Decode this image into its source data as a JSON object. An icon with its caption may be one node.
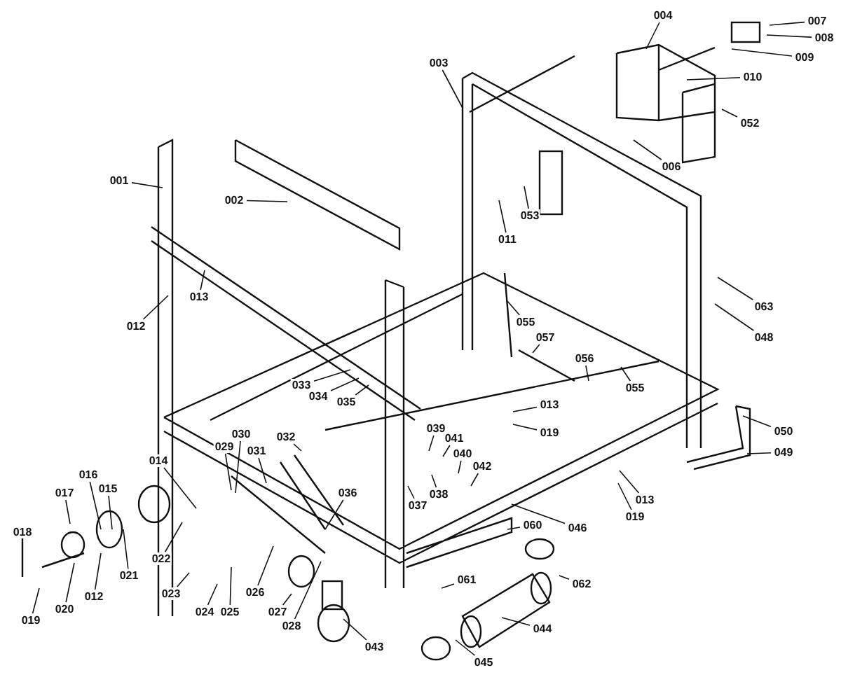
{
  "diagram": {
    "nodes": [
      {
        "text": [
          "004"
        ]
      },
      {
        "text": [
          "007"
        ]
      },
      {
        "text": [
          "008"
        ]
      },
      {
        "text": [
          "009"
        ]
      },
      {
        "text": [
          "003"
        ]
      },
      {
        "text": [
          "010"
        ]
      },
      {
        "text": [
          "052"
        ]
      },
      {
        "text": [
          "006"
        ]
      },
      {
        "text": [
          "001"
        ]
      },
      {
        "text": [
          "002"
        ]
      },
      {
        "text": [
          "053"
        ]
      },
      {
        "text": [
          "011"
        ]
      },
      {
        "text": [
          "013"
        ]
      },
      {
        "text": [
          "063"
        ]
      },
      {
        "text": [
          "055"
        ]
      },
      {
        "text": [
          "012"
        ]
      },
      {
        "text": [
          "057"
        ]
      },
      {
        "text": [
          "048"
        ]
      },
      {
        "text": [
          "056"
        ]
      },
      {
        "text": [
          "055"
        ]
      },
      {
        "text": [
          "033"
        ]
      },
      {
        "text": [
          "034"
        ]
      },
      {
        "text": [
          "035"
        ]
      },
      {
        "text": [
          "013"
        ]
      },
      {
        "text": [
          "039"
        ]
      },
      {
        "text": [
          "050"
        ]
      },
      {
        "text": [
          "019"
        ]
      },
      {
        "text": [
          "030"
        ]
      },
      {
        "text": [
          "032"
        ]
      },
      {
        "text": [
          "041"
        ]
      },
      {
        "text": [
          "029"
        ]
      },
      {
        "text": [
          "031"
        ]
      },
      {
        "text": [
          "049"
        ]
      },
      {
        "text": [
          "040"
        ]
      },
      {
        "text": [
          "014"
        ]
      },
      {
        "text": [
          "042"
        ]
      },
      {
        "text": [
          "016"
        ]
      },
      {
        "text": [
          "015"
        ]
      },
      {
        "text": [
          "017"
        ]
      },
      {
        "text": [
          "036"
        ]
      },
      {
        "text": [
          "038"
        ]
      },
      {
        "text": [
          "013"
        ]
      },
      {
        "text": [
          "037"
        ]
      },
      {
        "text": [
          "019"
        ]
      },
      {
        "text": [
          "046"
        ]
      },
      {
        "text": [
          "060"
        ]
      },
      {
        "text": [
          "018"
        ]
      },
      {
        "text": [
          "022"
        ]
      },
      {
        "text": [
          "021"
        ]
      },
      {
        "text": [
          "061"
        ]
      },
      {
        "text": [
          "062"
        ]
      },
      {
        "text": [
          "023"
        ]
      },
      {
        "text": [
          "026"
        ]
      },
      {
        "text": [
          "012"
        ]
      },
      {
        "text": [
          "020"
        ]
      },
      {
        "text": [
          "024"
        ]
      },
      {
        "text": [
          "025"
        ]
      },
      {
        "text": [
          "027"
        ]
      },
      {
        "text": [
          "019"
        ]
      },
      {
        "text": [
          "028"
        ]
      },
      {
        "text": [
          "044"
        ]
      },
      {
        "text": [
          "043"
        ]
      },
      {
        "text": [
          "045"
        ]
      }
    ],
    "edges": [
      {
        "from": 0,
        "to": null,
        "arrow": "none"
      },
      {
        "from": 1,
        "to": null,
        "arrow": "none"
      },
      {
        "from": 2,
        "to": null,
        "arrow": "none"
      },
      {
        "from": 3,
        "to": null,
        "arrow": "none"
      },
      {
        "from": 4,
        "to": null,
        "arrow": "none"
      },
      {
        "from": 5,
        "to": null,
        "arrow": "none"
      },
      {
        "from": 6,
        "to": null,
        "arrow": "none"
      },
      {
        "from": 7,
        "to": null,
        "arrow": "none"
      },
      {
        "from": 8,
        "to": null,
        "arrow": "none"
      },
      {
        "from": 9,
        "to": null,
        "arrow": "none"
      },
      {
        "from": 10,
        "to": null,
        "arrow": "none"
      },
      {
        "from": 11,
        "to": null,
        "arrow": "none"
      },
      {
        "from": 12,
        "to": null,
        "arrow": "none"
      },
      {
        "from": 13,
        "to": null,
        "arrow": "none"
      },
      {
        "from": 14,
        "to": null,
        "arrow": "none"
      },
      {
        "from": 15,
        "to": null,
        "arrow": "none"
      },
      {
        "from": 16,
        "to": null,
        "arrow": "none"
      },
      {
        "from": 17,
        "to": null,
        "arrow": "none"
      },
      {
        "from": 18,
        "to": null,
        "arrow": "none"
      },
      {
        "from": 19,
        "to": null,
        "arrow": "none"
      },
      {
        "from": 20,
        "to": null,
        "arrow": "none"
      },
      {
        "from": 21,
        "to": null,
        "arrow": "none"
      },
      {
        "from": 22,
        "to": null,
        "arrow": "none"
      },
      {
        "from": 23,
        "to": null,
        "arrow": "none"
      },
      {
        "from": 24,
        "to": null,
        "arrow": "none"
      },
      {
        "from": 25,
        "to": null,
        "arrow": "none"
      },
      {
        "from": 26,
        "to": null,
        "arrow": "none"
      },
      {
        "from": 27,
        "to": null,
        "arrow": "none"
      },
      {
        "from": 28,
        "to": null,
        "arrow": "none"
      },
      {
        "from": 29,
        "to": null,
        "arrow": "none"
      },
      {
        "from": 30,
        "to": null,
        "arrow": "none"
      },
      {
        "from": 31,
        "to": null,
        "arrow": "none"
      },
      {
        "from": 32,
        "to": null,
        "arrow": "none"
      },
      {
        "from": 33,
        "to": null,
        "arrow": "none"
      },
      {
        "from": 34,
        "to": null,
        "arrow": "none"
      },
      {
        "from": 35,
        "to": null,
        "arrow": "none"
      },
      {
        "from": 36,
        "to": null,
        "arrow": "none"
      },
      {
        "from": 37,
        "to": null,
        "arrow": "none"
      },
      {
        "from": 38,
        "to": null,
        "arrow": "none"
      },
      {
        "from": 39,
        "to": null,
        "arrow": "none"
      },
      {
        "from": 40,
        "to": null,
        "arrow": "none"
      },
      {
        "from": 41,
        "to": null,
        "arrow": "none"
      },
      {
        "from": 42,
        "to": null,
        "arrow": "none"
      },
      {
        "from": 43,
        "to": null,
        "arrow": "none"
      },
      {
        "from": 44,
        "to": null,
        "arrow": "none"
      },
      {
        "from": 45,
        "to": null,
        "arrow": "none"
      },
      {
        "from": 46,
        "to": null,
        "arrow": "none"
      },
      {
        "from": 47,
        "to": null,
        "arrow": "none"
      },
      {
        "from": 48,
        "to": null,
        "arrow": "none"
      },
      {
        "from": 49,
        "to": null,
        "arrow": "none"
      },
      {
        "from": 50,
        "to": null,
        "arrow": "none"
      },
      {
        "from": 51,
        "to": null,
        "arrow": "none"
      },
      {
        "from": 52,
        "to": null,
        "arrow": "none"
      },
      {
        "from": 53,
        "to": null,
        "arrow": "none"
      },
      {
        "from": 54,
        "to": null,
        "arrow": "none"
      },
      {
        "from": 55,
        "to": null,
        "arrow": "none"
      },
      {
        "from": 56,
        "to": null,
        "arrow": "none"
      },
      {
        "from": 57,
        "to": null,
        "arrow": "none"
      },
      {
        "from": 58,
        "to": null,
        "arrow": "none"
      },
      {
        "from": 59,
        "to": null,
        "arrow": "none"
      },
      {
        "from": 60,
        "to": null,
        "arrow": "none"
      },
      {
        "from": 61,
        "to": null,
        "arrow": "none"
      },
      {
        "from": 62,
        "to": null,
        "arrow": "none"
      }
    ]
  }
}
